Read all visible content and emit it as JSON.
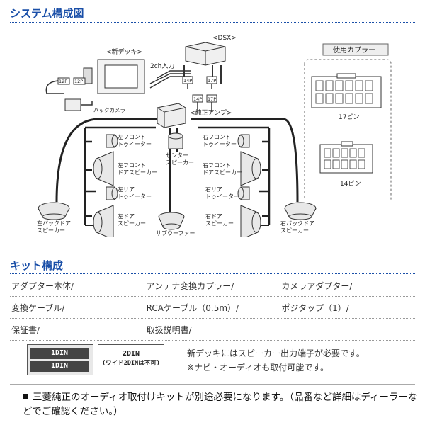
{
  "section1": {
    "title": "システム構成図"
  },
  "diagram": {
    "new_deck": "<新デッキ>",
    "dsx": "<DSX>",
    "input_2ch": "2ch入力",
    "pin12": "12P",
    "pin14": "14P",
    "pin17": "17P",
    "back_camera": "バックカメラ",
    "amp": "<純正アンプ>",
    "coupler_title": "使用カプラー",
    "pin17_label": "17ピン",
    "pin14_label": "14ピン",
    "speakers": {
      "lf_tweeter": [
        "左フロント",
        "トゥイーター"
      ],
      "lf_door": [
        "左フロント",
        "ドアスピーカー"
      ],
      "lr_tweeter": [
        "左リア",
        "トゥイーター"
      ],
      "l_door": [
        "左ドア",
        "スピーカー"
      ],
      "center": [
        "センター",
        "スピーカー"
      ],
      "rf_tweeter": [
        "右フロント",
        "トゥイーター"
      ],
      "rf_door": [
        "右フロント",
        "ドアスピーカー"
      ],
      "rr_tweeter": [
        "右リア",
        "トゥイーター"
      ],
      "r_door": [
        "右ドア",
        "スピーカー"
      ],
      "subwoofer": "サブウーファー",
      "l_back": [
        "左バックドア",
        "スピーカー"
      ],
      "r_back": [
        "右バックドア",
        "スピーカー"
      ]
    }
  },
  "section2": {
    "title": "キット構成"
  },
  "kit": [
    [
      "アダプター本体/",
      "アンテナ変換カプラー/",
      "カメラアダプター/"
    ],
    [
      "変換ケーブル/",
      "RCAケーブル（0.5m）/",
      "ポジタップ（1）/"
    ],
    [
      "保証書/",
      "取扱説明書/",
      ""
    ]
  ],
  "mount": {
    "din1_top": "1DIN",
    "din1_bottom": "1DIN",
    "din2_line1": "2DIN",
    "din2_line2": "(ワイド2DINは不可)"
  },
  "notes": {
    "line1": "新デッキにはスピーカー出力端子が必要です。",
    "line2": "※ナビ・オーディオも取付可能です。"
  },
  "footer": {
    "text": "三菱純正のオーディオ取付けキットが別途必要になります。（品番など詳細はディーラーなどでご確認ください。）"
  }
}
